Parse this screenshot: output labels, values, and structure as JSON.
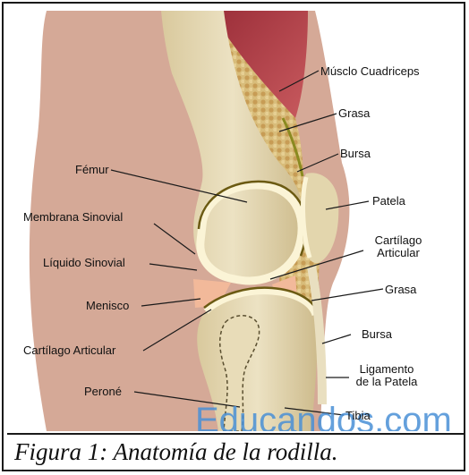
{
  "labels": {
    "musculo": "Músclo Cuadriceps",
    "grasa_top": "Grasa",
    "bursa_top": "Bursa",
    "femur": "Fémur",
    "patela": "Patela",
    "membrana": "Membrana Sinovial",
    "cartilago_right_1": "Cartílago",
    "cartilago_right_2": "Articular",
    "liquido": "Líquido Sinovial",
    "grasa_mid": "Grasa",
    "menisco": "Menisco",
    "bursa_bottom": "Bursa",
    "cartilago_left": "Cartílago Articular",
    "ligamento_1": "Ligamento",
    "ligamento_2": "de la Patela",
    "perone": "Peroné",
    "tibia": "Tibia"
  },
  "watermark": "Educandos.com",
  "caption": "Figura 1: Anatomía de la rodilla.",
  "colors": {
    "skin": "#d5a997",
    "bone": "#e6dbb8",
    "cartilage": "#fbf4d6",
    "synovial": "#6b5a12",
    "muscle": "#b0404a",
    "fat": "#c9a86a",
    "meniscus": "#f2b99a",
    "watermark": "#4a90d6"
  }
}
